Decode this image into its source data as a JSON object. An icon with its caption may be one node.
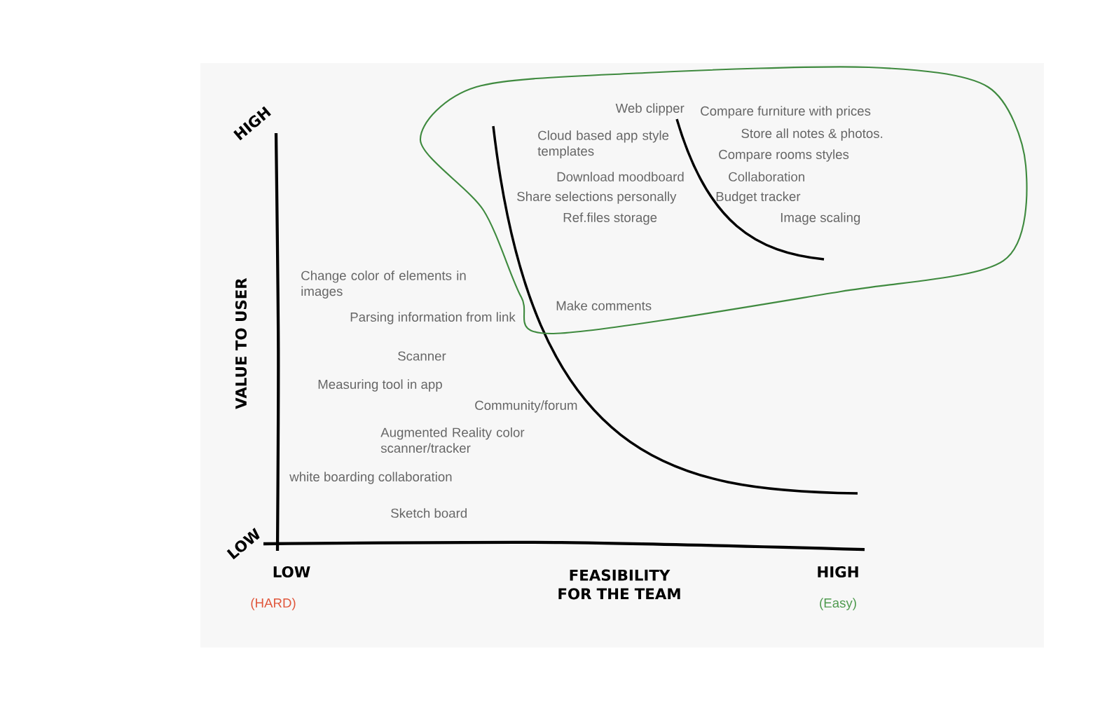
{
  "diagram": {
    "nodes": [
      {
        "text": [
          "Web clipper",
          "Compare furniture with prices",
          "Cloud based app style templates",
          "Store all notes & photos.",
          "Compare rooms styles",
          "Download moodboard",
          "Collaboration",
          "Share selections personally",
          "Budget tracker",
          "Ref.files storage",
          "Image scaling",
          "Make comments"
        ]
      }
    ],
    "labels": [
      "HIGH",
      "VALUE TO USER",
      "Change color of elements in images",
      "Parsing information from link",
      "Scanner",
      "Measuring tool in app",
      "Community/forum",
      "Augmented Reality color scanner/tracker",
      "white boarding collaboration",
      "Sketch board",
      "LOW",
      "LOW",
      "FEASIBILITY FOR THE TEAM",
      "HIGH",
      "(HARD)",
      "(Easy)"
    ]
  }
}
